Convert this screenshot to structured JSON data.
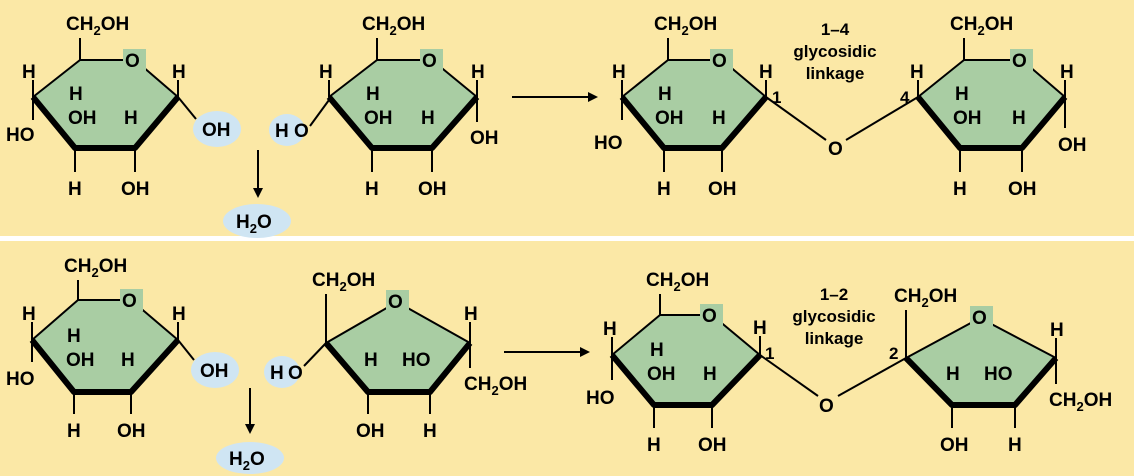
{
  "colors": {
    "background": "#fbe8a6",
    "ring_fill": "#a9cda3",
    "highlight": "#cfe5f3",
    "divider": "#ffffff"
  },
  "common": {
    "ch2oh": "CH",
    "ch2oh_sub": "2",
    "ch2oh_end": "OH",
    "h": "H",
    "oh": "OH",
    "ho": "HO",
    "o": "O",
    "water": "H",
    "water_sub": "2",
    "water_end": "O"
  },
  "top": {
    "link_num_left": "1",
    "link_num_right": "4",
    "linkage_line1": "1–4",
    "linkage_line2": "glycosidic",
    "linkage_line3": "linkage"
  },
  "bottom": {
    "link_num_left": "1",
    "link_num_right": "2",
    "linkage_line1": "1–2",
    "linkage_line2": "glycosidic",
    "linkage_line3": "linkage"
  }
}
